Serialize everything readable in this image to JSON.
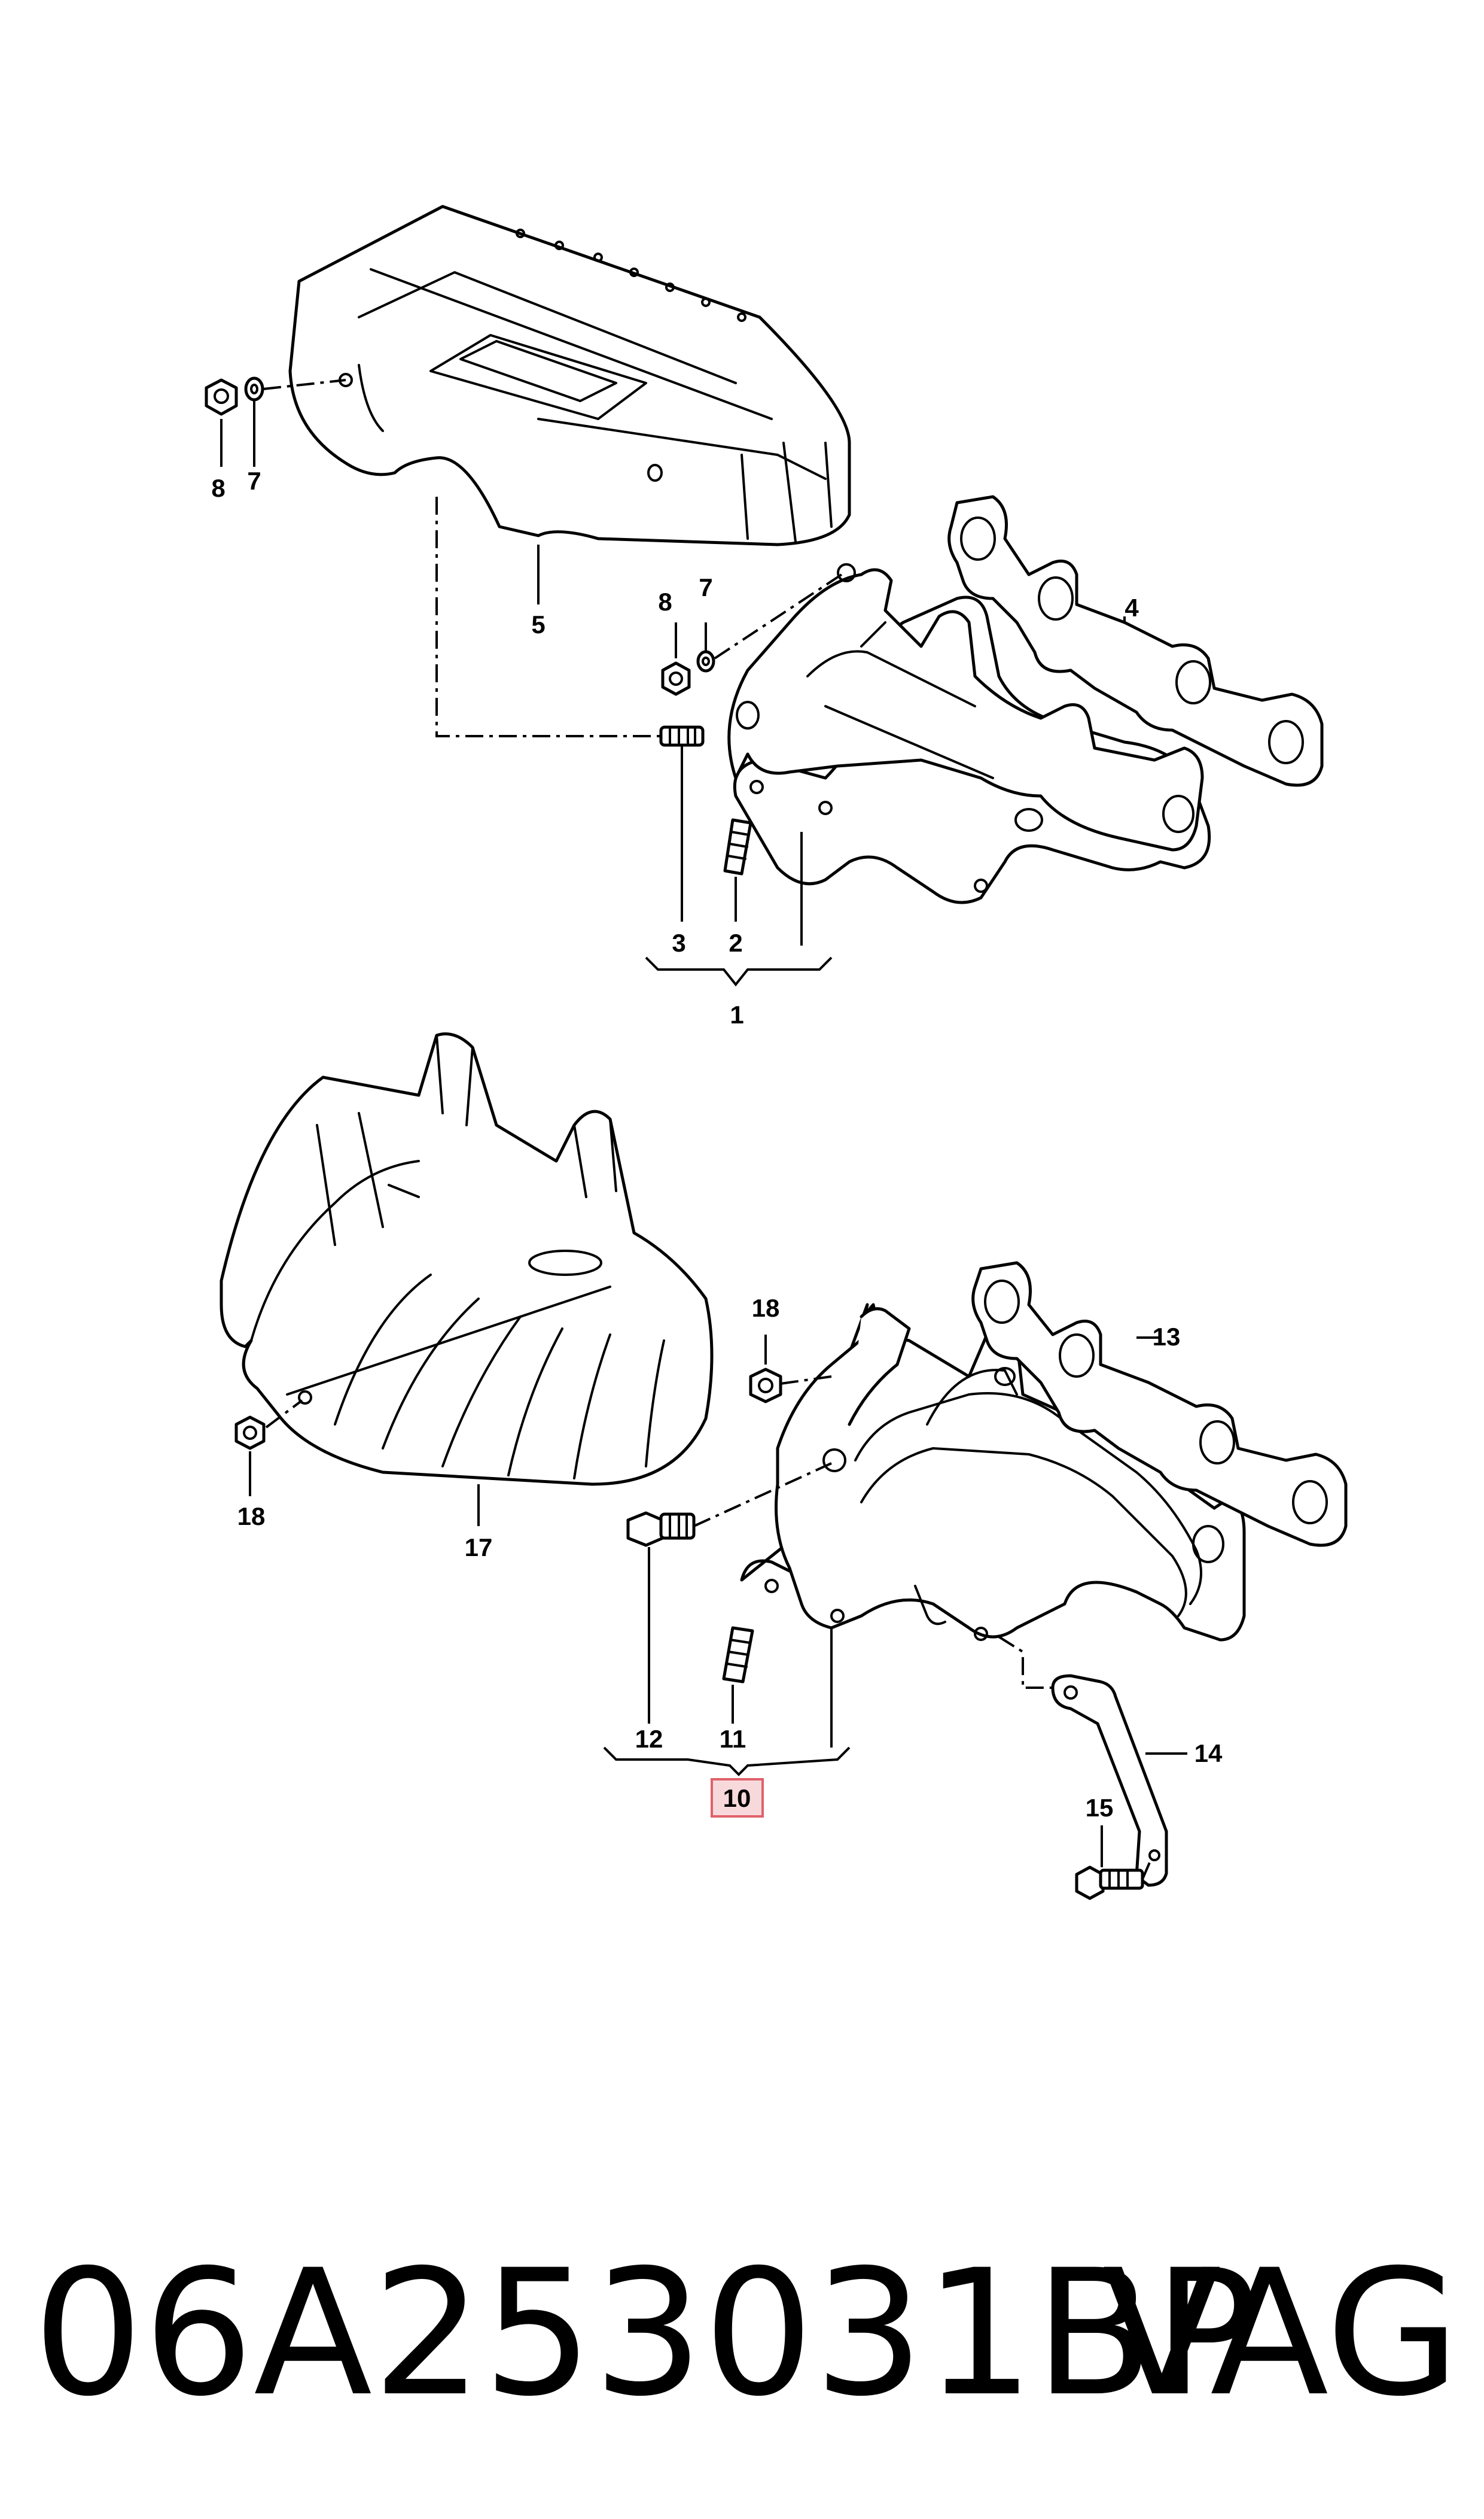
{
  "callouts": {
    "c1": "1",
    "c2": "2",
    "c3": "3",
    "c4": "4",
    "c5": "5",
    "c7a": "7",
    "c7b": "7",
    "c8a": "8",
    "c8b": "8",
    "c10": "10",
    "c11": "11",
    "c12": "12",
    "c13": "13",
    "c14": "14",
    "c15": "15",
    "c17": "17",
    "c18a": "18",
    "c18b": "18"
  },
  "highlighted_callout": "10",
  "highlight_color": "#e0606a",
  "footer": {
    "part_number": "06A253031BP",
    "brand": "VAG"
  }
}
